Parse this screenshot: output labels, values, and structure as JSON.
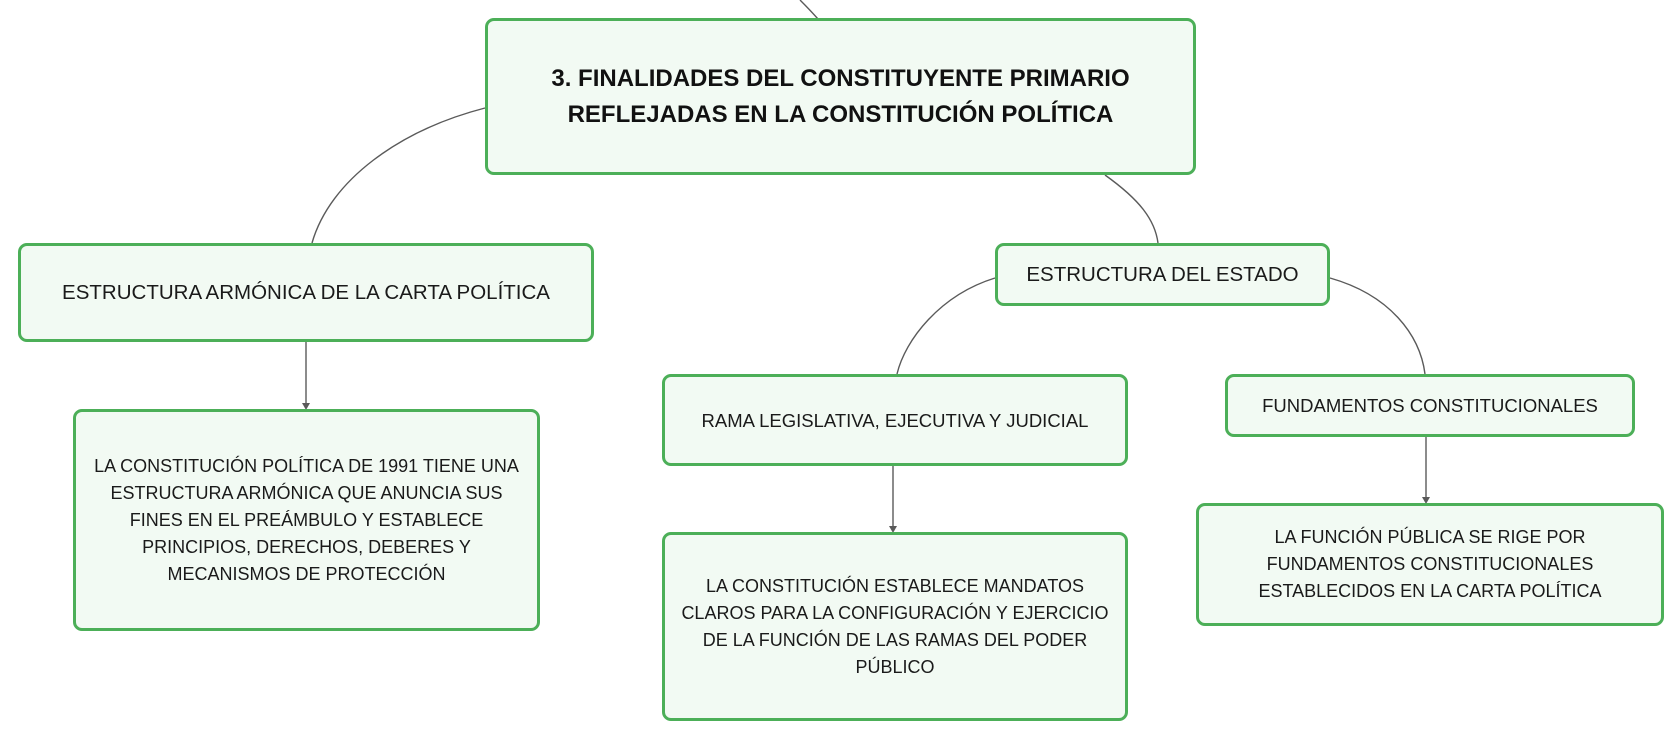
{
  "nodes": {
    "root": "3. FINALIDADES DEL CONSTITUYENTE PRIMARIO REFLEJADAS EN LA CONSTITUCIÓN POLÍTICA",
    "estructura_armonica": "ESTRUCTURA ARMÓNICA DE LA CARTA POLÍTICA",
    "estructura_estado": "ESTRUCTURA DEL ESTADO",
    "ramas": "RAMA LEGISLATIVA, EJECUTIVA Y JUDICIAL",
    "fundamentos": "FUNDAMENTOS CONSTITUCIONALES",
    "leaf_constitucion_1991": "LA CONSTITUCIÓN POLÍTICA DE 1991 TIENE UNA ESTRUCTURA ARMÓNICA QUE ANUNCIA SUS FINES EN EL PREÁMBULO Y ESTABLECE PRINCIPIOS, DERECHOS, DEBERES Y MECANISMOS DE PROTECCIÓN",
    "leaf_mandatos": "LA CONSTITUCIÓN ESTABLECE MANDATOS CLAROS PARA LA CONFIGURACIÓN Y EJERCICIO DE LA FUNCIÓN DE LAS RAMAS DEL PODER PÚBLICO",
    "leaf_funcion_publica": "LA FUNCIÓN PÚBLICA SE RIGE POR FUNDAMENTOS CONSTITUCIONALES ESTABLECIDOS EN LA CARTA POLÍTICA"
  },
  "colors": {
    "node_border": "#4caf58",
    "node_fill": "#f2faf3",
    "connector": "#5a5a5a",
    "text": "#1a1a1a"
  }
}
